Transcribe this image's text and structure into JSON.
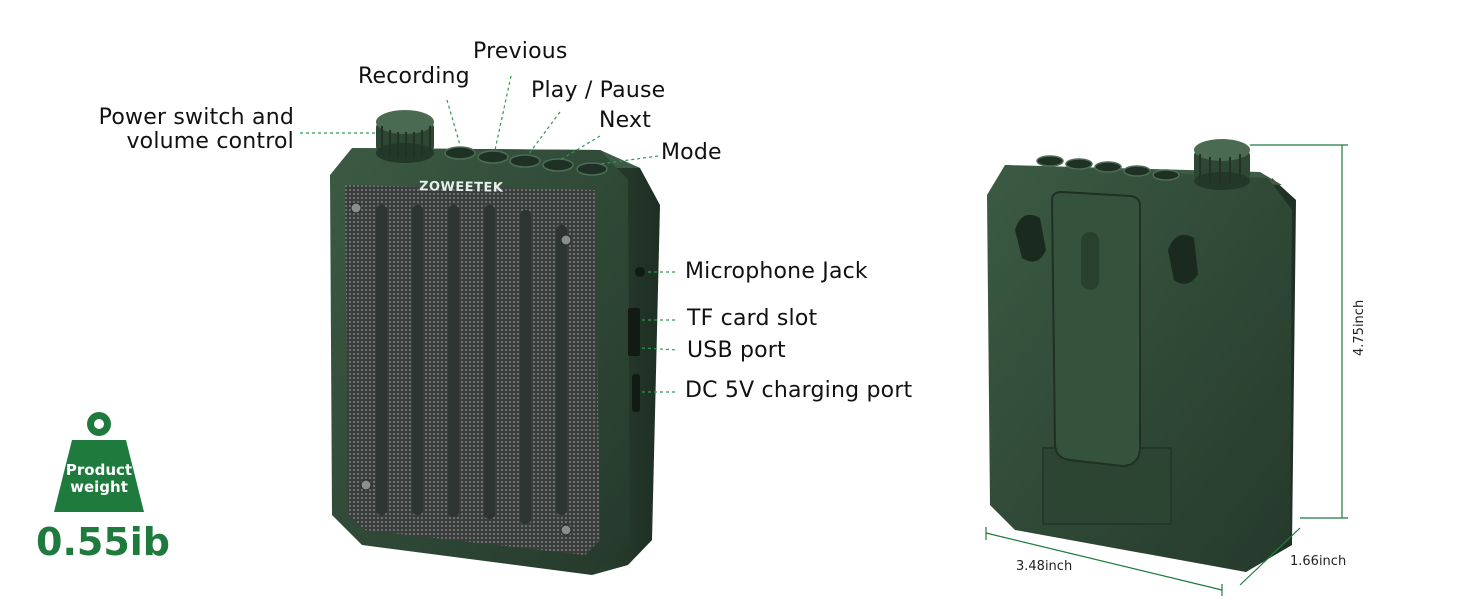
{
  "product": {
    "brand": "ZOWEETEK"
  },
  "callouts": {
    "power": "Power switch and\nvolume control",
    "recording": "Recording",
    "previous": "Previous",
    "play_pause": "Play / Pause",
    "next": "Next",
    "mode": "Mode",
    "mic_jack": "Microphone Jack",
    "tf_slot": "TF card slot",
    "usb": "USB port",
    "dc": "DC 5V charging port"
  },
  "dimensions": {
    "height": "4.75inch",
    "width": "3.48inch",
    "depth": "1.66inch"
  },
  "weight": {
    "label_line1": "Product",
    "label_line2": "weight",
    "value": "0.55ib"
  },
  "colors": {
    "body": "#2f4a36",
    "accent": "#1f7a3d",
    "leader": "#2e9a50"
  }
}
